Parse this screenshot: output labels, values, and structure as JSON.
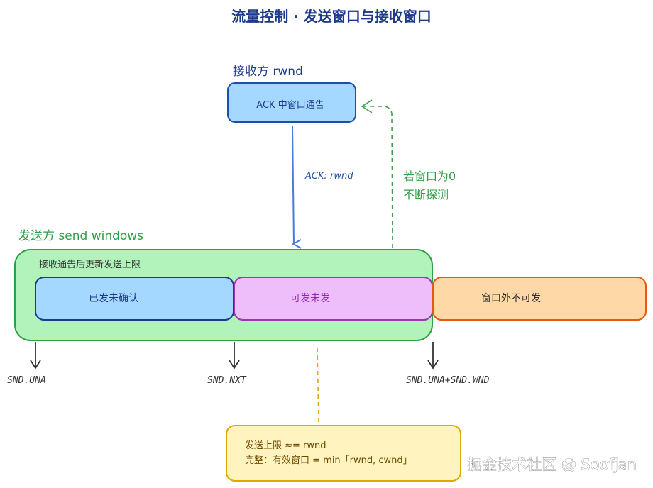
{
  "title": "流量控制 · 发送窗口与接收窗口",
  "receiver": {
    "heading": "接收方 rwnd",
    "box_label": "ACK 中窗口通告"
  },
  "arrows": {
    "ack_label": "ACK: rwnd",
    "probe_label_line1": "若窗口为0",
    "probe_label_line2": "不断探测"
  },
  "sender": {
    "heading": "发送方 send windows",
    "container_note": "接收通告后更新发送上限",
    "segments": {
      "sent_unacked": "已发未确认",
      "can_send": "可发未发",
      "outside": "窗口外不可发"
    }
  },
  "pointers": {
    "snd_una": "SND.UNA",
    "snd_nxt": "SND.NXT",
    "snd_una_wnd": "SND.UNA+SND.WND"
  },
  "note": {
    "line1": "发送上限 ≈= rwnd",
    "line2": "完整：有效窗口 = min「rwnd, cwnd」"
  },
  "watermark": "掘金技术社区 @ Soofjan",
  "colors": {
    "receiver_fill": "#a5d8ff",
    "receiver_stroke": "#1e4fa8",
    "sender_fill": "#b2f2bb",
    "sender_stroke": "#2f9e44",
    "sent_fill": "#a5d8ff",
    "cansend_fill": "#eebefa",
    "cansend_stroke": "#9c36b5",
    "outside_fill": "#ffd8a8",
    "outside_stroke": "#e8590c",
    "note_fill": "#fff3bf",
    "note_stroke": "#e0a800"
  }
}
